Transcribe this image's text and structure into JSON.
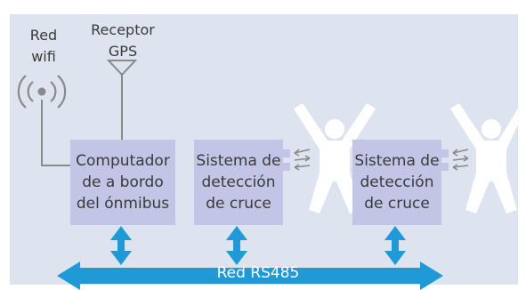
{
  "labels": {
    "wifi": "Red\nwifi",
    "gps": "Receptor\nGPS",
    "onboard_computer": "Computador\nde a bordo\ndel ónmibus",
    "detection_1": "Sistema de\ndetección\nde cruce",
    "detection_2": "Sistema de\ndetección\nde cruce",
    "bus": "Red RS485"
  },
  "colors": {
    "panel": "#dde3ef",
    "box": "#c2c5e6",
    "arrow": "#1f9ad6",
    "line": "#8a8a8a",
    "figure": "#ffffff"
  }
}
